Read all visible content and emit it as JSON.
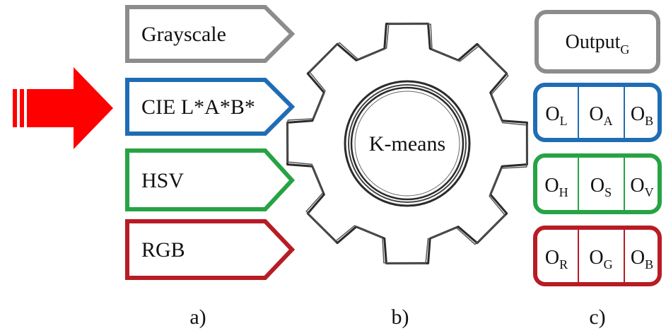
{
  "colors": {
    "arrow": "#ff0000",
    "grayscale": "#8c8c8c",
    "lab": "#1f6db4",
    "hsv": "#27a344",
    "rgb": "#b81c24",
    "gear": "#333333"
  },
  "inputs": [
    {
      "label": "Grayscale",
      "color_key": "grayscale"
    },
    {
      "label": "CIE L*A*B*",
      "color_key": "lab"
    },
    {
      "label": "HSV",
      "color_key": "hsv"
    },
    {
      "label": "RGB",
      "color_key": "rgb"
    }
  ],
  "gear": {
    "label": "K-means"
  },
  "outputs": {
    "grayscale": {
      "main": "Output",
      "sub": "G"
    },
    "lab": [
      {
        "main": "O",
        "sub": "L"
      },
      {
        "main": "O",
        "sub": "A"
      },
      {
        "main": "O",
        "sub": "B"
      }
    ],
    "hsv": [
      {
        "main": "O",
        "sub": "H"
      },
      {
        "main": "O",
        "sub": "S"
      },
      {
        "main": "O",
        "sub": "V"
      }
    ],
    "rgb": [
      {
        "main": "O",
        "sub": "R"
      },
      {
        "main": "O",
        "sub": "G"
      },
      {
        "main": "O",
        "sub": "B"
      }
    ]
  },
  "panel_labels": [
    "a)",
    "b)",
    "c)"
  ]
}
